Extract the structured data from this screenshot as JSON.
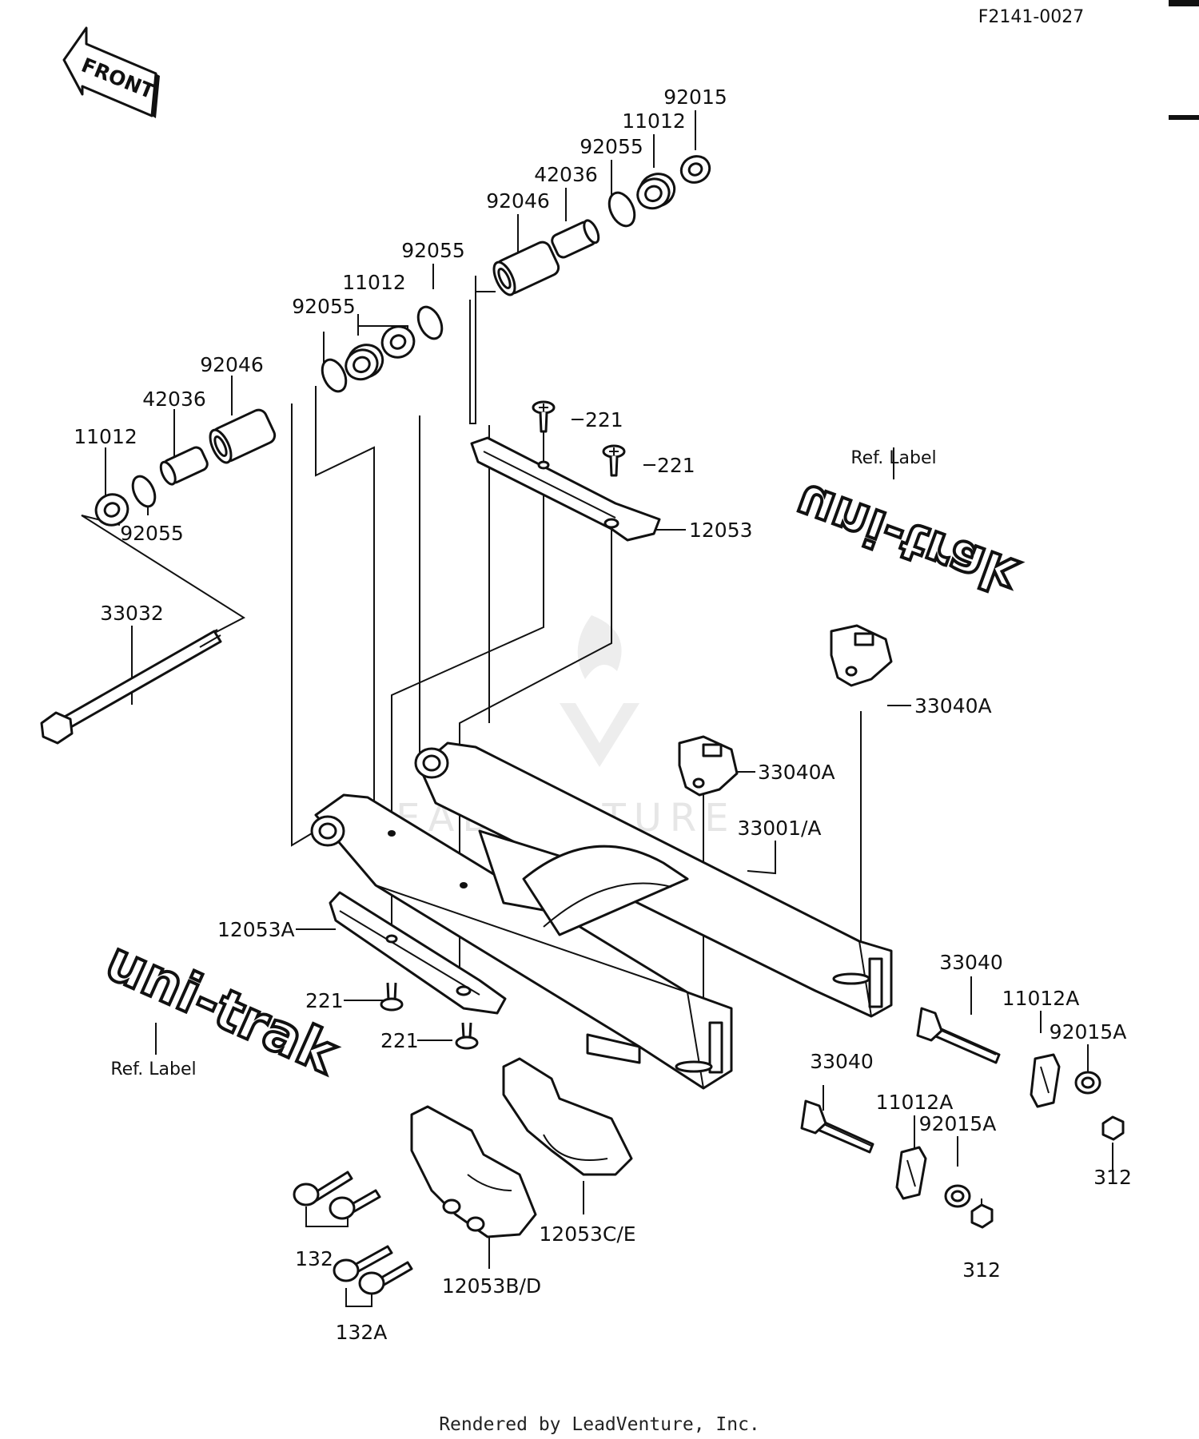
{
  "diagram_code": "F2141-0027",
  "front_label": "FRONT",
  "watermark": "LEADVENTURE",
  "footer": "Rendered by LeadVenture, Inc.",
  "ref_label_text": "Ref. Label",
  "decals": {
    "top": "uni-trak",
    "bottom": "uni-trak"
  },
  "callouts": [
    {
      "id": "c01",
      "text": "92015"
    },
    {
      "id": "c02",
      "text": "11012"
    },
    {
      "id": "c03",
      "text": "92055"
    },
    {
      "id": "c04",
      "text": "42036"
    },
    {
      "id": "c05",
      "text": "92046"
    },
    {
      "id": "c06",
      "text": "92055"
    },
    {
      "id": "c07",
      "text": "11012"
    },
    {
      "id": "c08",
      "text": "92055"
    },
    {
      "id": "c09",
      "text": "92046"
    },
    {
      "id": "c10",
      "text": "42036"
    },
    {
      "id": "c11",
      "text": "11012"
    },
    {
      "id": "c12",
      "text": "92055"
    },
    {
      "id": "c13",
      "text": "221"
    },
    {
      "id": "c14",
      "text": "221"
    },
    {
      "id": "c15",
      "text": "12053"
    },
    {
      "id": "c16",
      "text": "33032"
    },
    {
      "id": "c17",
      "text": "33040A"
    },
    {
      "id": "c18",
      "text": "33040A"
    },
    {
      "id": "c19",
      "text": "33001/A"
    },
    {
      "id": "c20",
      "text": "12053A"
    },
    {
      "id": "c21",
      "text": "221"
    },
    {
      "id": "c22",
      "text": "221"
    },
    {
      "id": "c23",
      "text": "33040"
    },
    {
      "id": "c24",
      "text": "11012A"
    },
    {
      "id": "c25",
      "text": "92015A"
    },
    {
      "id": "c26",
      "text": "33040"
    },
    {
      "id": "c27",
      "text": "11012A"
    },
    {
      "id": "c28",
      "text": "92015A"
    },
    {
      "id": "c29",
      "text": "312"
    },
    {
      "id": "c30",
      "text": "312"
    },
    {
      "id": "c31",
      "text": "12053C/E"
    },
    {
      "id": "c32",
      "text": "132"
    },
    {
      "id": "c33",
      "text": "12053B/D"
    },
    {
      "id": "c34",
      "text": "132A"
    }
  ]
}
